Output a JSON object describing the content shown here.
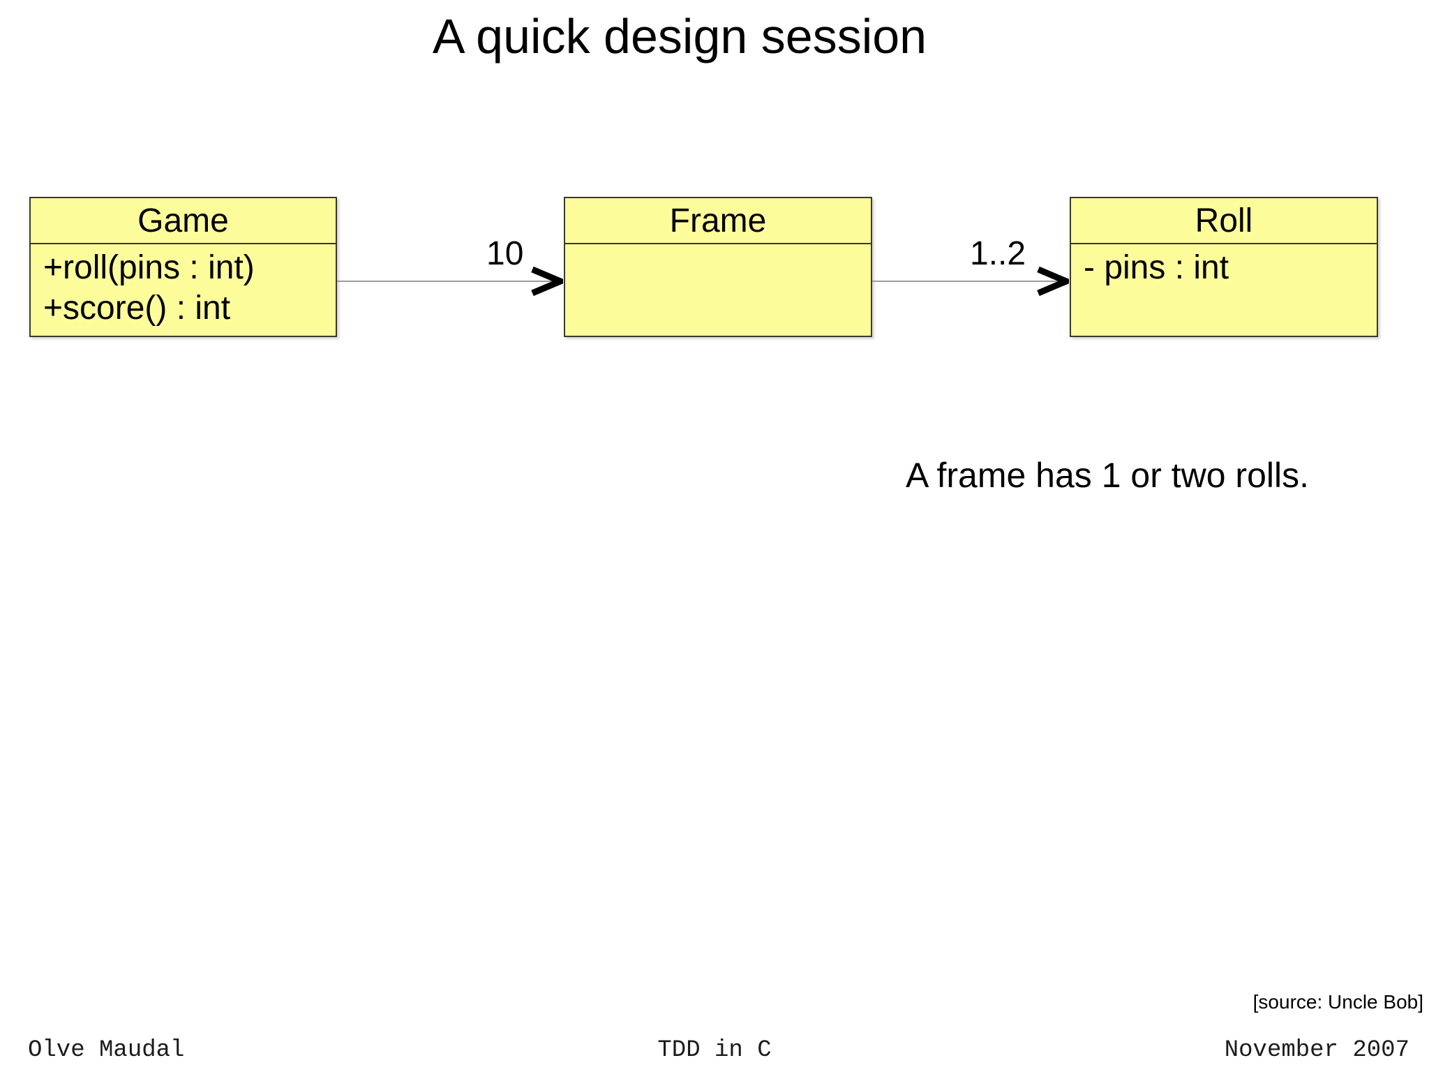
{
  "slide": {
    "title": "A quick design session",
    "annotation": "A frame has 1 or two rolls.",
    "source_note": "[source: Uncle Bob]",
    "footer": {
      "left": "Olve Maudal",
      "center": "TDD in C",
      "right": "November 2007"
    }
  },
  "diagram": {
    "classes": [
      {
        "name": "Game",
        "members": [
          "+roll(pins : int)",
          "+score() : int"
        ]
      },
      {
        "name": "Frame",
        "members": []
      },
      {
        "name": "Roll",
        "members": [
          "- pins : int"
        ]
      }
    ],
    "associations": [
      {
        "from": "Game",
        "to": "Frame",
        "label": "10"
      },
      {
        "from": "Frame",
        "to": "Roll",
        "label": "1..2"
      }
    ],
    "colors": {
      "background": "#ffffff",
      "text": "#000000",
      "class_fill": "#fcfc9b",
      "class_border": "#3a3a28",
      "association_line": "#9c9c9c",
      "arrowhead": "#000000"
    }
  }
}
